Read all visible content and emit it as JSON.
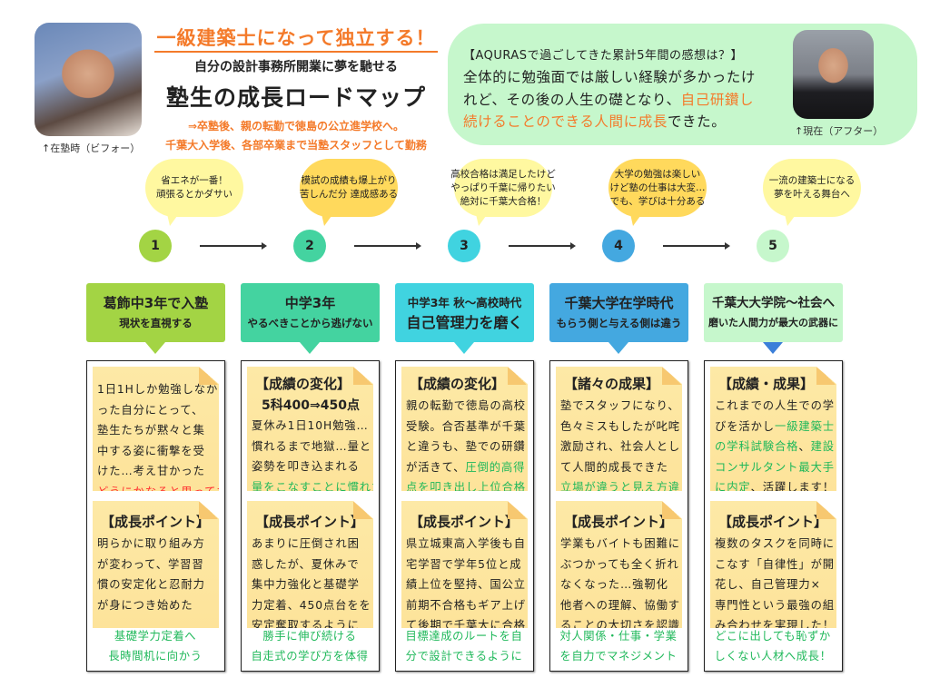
{
  "header": {
    "headline": "一級建築士になって独立する！",
    "subtitle": "自分の設計事務所開業に夢を馳せる",
    "title": "塾生の成長ロードマップ",
    "notes": [
      "⇒卒塾後、親の転勤で徳島の公立進学校へ。",
      "千葉大入学後、各部卒業まで当塾スタッフとして勤務"
    ],
    "before_caption": "↑在塾時（ビフォー）"
  },
  "testimonial": {
    "question": "【AQURASで過ごしてきた累計5年間の感想は？】",
    "lines": [
      [
        {
          "t": "全体的に勉強面では厳しい経験が多かったけ",
          "c": ""
        }
      ],
      [
        {
          "t": "れど、その後の人生の礎となり、",
          "c": ""
        },
        {
          "t": "自己研鑽し",
          "c": "orange"
        }
      ],
      [
        {
          "t": "続けることのできる人間に成長",
          "c": "orange"
        },
        {
          "t": "できた。",
          "c": ""
        }
      ]
    ],
    "after_caption": "↑現在（アフター）",
    "bg_color": "#c6f7cc"
  },
  "colors": {
    "orange": "#f47a2a",
    "green": "#1fb85a",
    "red": "#ff3030"
  },
  "steps": [
    {
      "number": "1",
      "color": "#a3d444",
      "bubble_color": "#fff8a0",
      "pointer_color": "#a3d444",
      "bubble": [
        "省エネが一番！",
        "頑張るとかダサい"
      ],
      "label": [
        "葛飾中3年で入塾",
        "現状を直視する"
      ],
      "note1": {
        "heading": "",
        "heading2": "",
        "lines": [
          [
            {
              "t": "1日1Hしか勉強しなか",
              "c": ""
            }
          ],
          [
            {
              "t": "った自分にとって、",
              "c": ""
            }
          ],
          [
            {
              "t": "塾生たちが黙々と集",
              "c": ""
            }
          ],
          [
            {
              "t": "中する姿に衝撃を受",
              "c": ""
            }
          ],
          [
            {
              "t": "けた…考え甘かった",
              "c": ""
            }
          ],
          [
            {
              "t": "どうにかなると思ってた",
              "c": "red"
            }
          ]
        ]
      },
      "note2": {
        "heading": "【成長ポイント】",
        "lines": [
          [
            {
              "t": "明らかに取り組み方",
              "c": ""
            }
          ],
          [
            {
              "t": "が変わって、学習習",
              "c": ""
            }
          ],
          [
            {
              "t": "慣の安定化と忍耐力",
              "c": ""
            }
          ],
          [
            {
              "t": "が身につき始めた",
              "c": ""
            }
          ]
        ]
      },
      "footer": [
        "基礎学力定着へ",
        "長時間机に向かう"
      ]
    },
    {
      "number": "2",
      "color": "#44d3a0",
      "bubble_color": "#ffd95c",
      "pointer_color": "#44d3a0",
      "bubble": [
        "模試の成績も爆上がり",
        "苦しんだ分 達成感ある"
      ],
      "label": [
        "中学3年",
        "やるべきことから逃げない"
      ],
      "note1": {
        "heading": "【成績の変化】",
        "heading2": "5科400⇒450点",
        "lines": [
          [
            {
              "t": "夏休み1日10H勉強…",
              "c": ""
            }
          ],
          [
            {
              "t": "慣れるまで地獄…量と",
              "c": ""
            }
          ],
          [
            {
              "t": "姿勢を叩き込まれる",
              "c": ""
            }
          ],
          [
            {
              "t": "量をこなすことに慣れた",
              "c": "green"
            }
          ]
        ]
      },
      "note2": {
        "heading": "【成長ポイント】",
        "lines": [
          [
            {
              "t": "あまりに圧倒され困",
              "c": ""
            }
          ],
          [
            {
              "t": "惑したが、夏休みで",
              "c": ""
            }
          ],
          [
            {
              "t": "集中力強化と基礎学",
              "c": ""
            }
          ],
          [
            {
              "t": "力定着、450点台をを",
              "c": ""
            }
          ],
          [
            {
              "t": "安定奪取するように",
              "c": ""
            }
          ]
        ]
      },
      "footer": [
        "勝手に伸び続ける",
        "自走式の学び方を体得"
      ]
    },
    {
      "number": "3",
      "color": "#40d3e0",
      "bubble_color": "#fff8a0",
      "pointer_color": "#40d3e0",
      "bubble": [
        "高校合格は満足したけど",
        "やっぱり千葉に帰りたい",
        "絶対に千葉大合格！"
      ],
      "label": [
        "中学3年 秋～高校時代",
        "自己管理力を磨く"
      ],
      "note1": {
        "heading": "【成績の変化】",
        "heading2": "",
        "lines": [
          [
            {
              "t": "親の転勤で徳島の高校",
              "c": ""
            }
          ],
          [
            {
              "t": "受験。合否基準が千葉",
              "c": ""
            }
          ],
          [
            {
              "t": "と違うも、塾での研鑽",
              "c": ""
            }
          ],
          [
            {
              "t": "が活きて、",
              "c": ""
            },
            {
              "t": "圧倒的高得",
              "c": "green"
            }
          ],
          [
            {
              "t": "点を叩き出し上位合格",
              "c": "green"
            }
          ]
        ]
      },
      "note2": {
        "heading": "【成長ポイント】",
        "lines": [
          [
            {
              "t": "県立城東高入学後も自",
              "c": ""
            }
          ],
          [
            {
              "t": "宅学習で学年5位と成",
              "c": ""
            }
          ],
          [
            {
              "t": "績上位を堅持、国公立",
              "c": ""
            }
          ],
          [
            {
              "t": "前期不合格もギア上げ",
              "c": ""
            }
          ],
          [
            {
              "t": "て後期で千葉大に合格",
              "c": ""
            }
          ]
        ]
      },
      "footer": [
        "目標達成のルートを自",
        "分で設計できるように"
      ]
    },
    {
      "number": "4",
      "color": "#44a8e0",
      "bubble_color": "#ffd95c",
      "pointer_color": "#44a8e0",
      "bubble": [
        "大学の勉強は楽しい",
        "けど塾の仕事は大変…",
        "でも、学びは十分ある"
      ],
      "label": [
        "千葉大学在学時代",
        "もらう側と与える側は違う"
      ],
      "note1": {
        "heading": "【諸々の成果】",
        "heading2": "",
        "lines": [
          [
            {
              "t": "塾でスタッフになり、",
              "c": ""
            }
          ],
          [
            {
              "t": "色々ミスもしたが叱咤",
              "c": ""
            }
          ],
          [
            {
              "t": "激励され、社会人とし",
              "c": ""
            }
          ],
          [
            {
              "t": "て人間的成長できた",
              "c": ""
            }
          ],
          [
            {
              "t": "立場が違うと見え方違う",
              "c": "green"
            }
          ]
        ]
      },
      "note2": {
        "heading": "【成長ポイント】",
        "lines": [
          [
            {
              "t": "学業もバイトも困難に",
              "c": ""
            }
          ],
          [
            {
              "t": "ぶつかっても全く折れ",
              "c": ""
            }
          ],
          [
            {
              "t": "なくなった…強靭化",
              "c": ""
            }
          ],
          [
            {
              "t": "他者への理解、協働す",
              "c": ""
            }
          ],
          [
            {
              "t": "ることの大切さを認識",
              "c": ""
            }
          ]
        ]
      },
      "footer": [
        "対人関係・仕事・学業",
        "を自力でマネジメント"
      ]
    },
    {
      "number": "5",
      "color": "#c6f7cc",
      "bubble_color": "#fff8a0",
      "pointer_color": "#3b7fd9",
      "bubble": [
        "一流の建築士になる",
        "夢を叶える舞台へ"
      ],
      "label": [
        "千葉大大学院～社会へ",
        "磨いた人間力が最大の武器に"
      ],
      "note1": {
        "heading": "【成績・成果】",
        "heading2": "",
        "lines": [
          [
            {
              "t": "これまでの人生での学",
              "c": ""
            }
          ],
          [
            {
              "t": "びを活かし",
              "c": ""
            },
            {
              "t": "一級建築士",
              "c": "green"
            }
          ],
          [
            {
              "t": "の学科試験合格",
              "c": "green"
            },
            {
              "t": "、",
              "c": ""
            },
            {
              "t": "建設",
              "c": "green"
            }
          ],
          [
            {
              "t": "コンサルタント最大手",
              "c": "green"
            }
          ],
          [
            {
              "t": "に内定",
              "c": "green"
            },
            {
              "t": "、活躍します！",
              "c": ""
            }
          ]
        ]
      },
      "note2": {
        "heading": "【成長ポイント】",
        "lines": [
          [
            {
              "t": "複数のタスクを同時に",
              "c": ""
            }
          ],
          [
            {
              "t": "こなす「自律性」が開",
              "c": ""
            }
          ],
          [
            {
              "t": "花し、自己管理力×",
              "c": ""
            }
          ],
          [
            {
              "t": "専門性という最強の組",
              "c": ""
            }
          ],
          [
            {
              "t": "み合わせを実現した！",
              "c": ""
            }
          ]
        ]
      },
      "footer": [
        "どこに出しても恥ずか",
        "しくない人材へ成長！"
      ]
    }
  ]
}
